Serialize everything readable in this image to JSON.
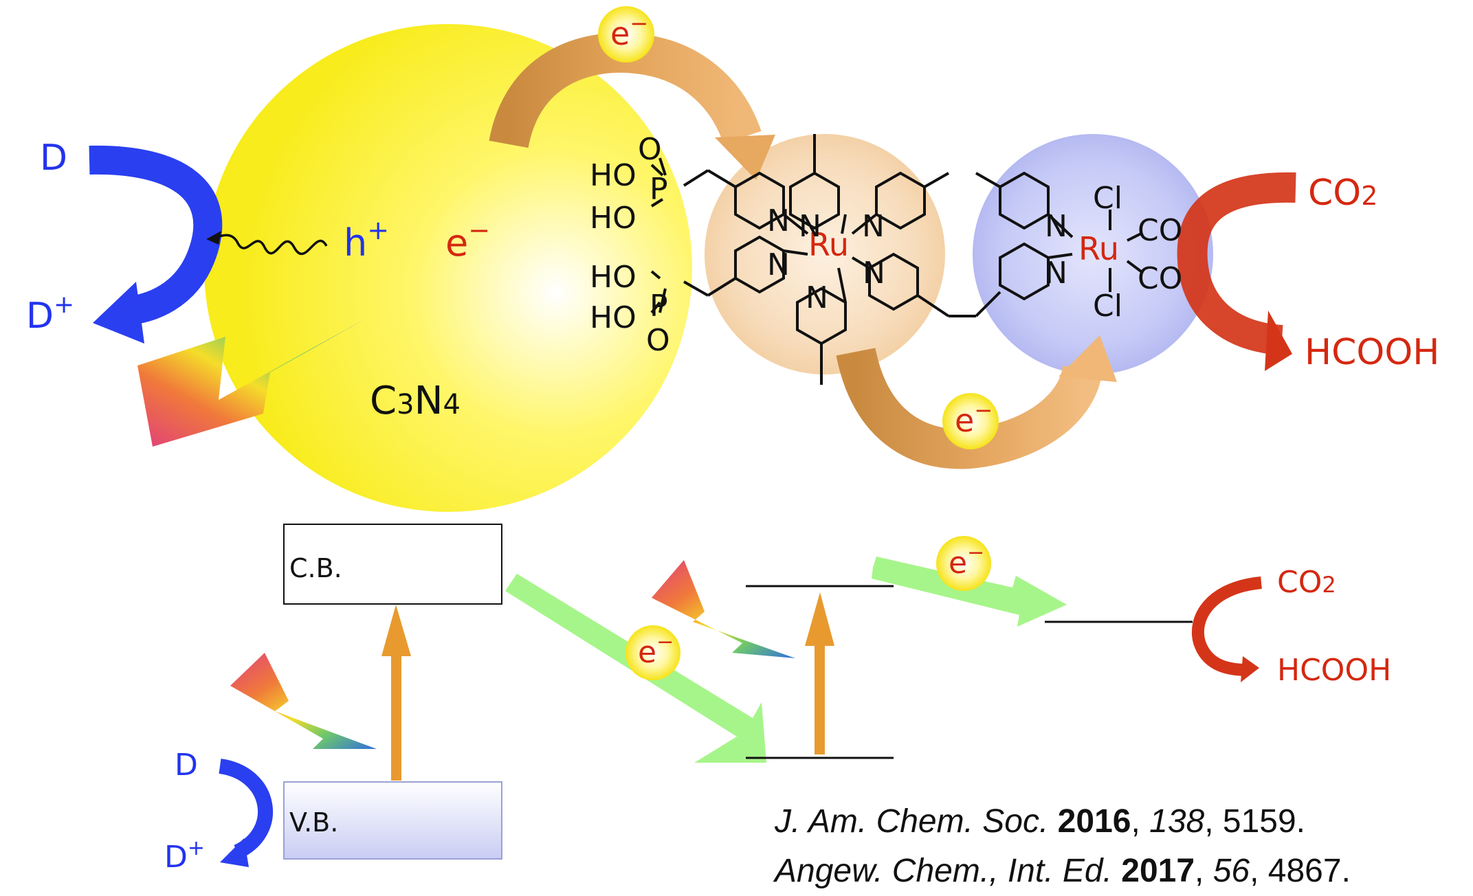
{
  "colors": {
    "blue": "#2233ee",
    "red": "#d42810",
    "orange_arrow": "#d99440",
    "green_arrow": "#a6f58a",
    "yellow_sphere": "#fff33a",
    "ru_sphere_orange": "#f4d1a9",
    "ru_sphere_blue": "#b9bdf3"
  },
  "top": {
    "donor": "D",
    "donor_oxidized": "D",
    "plus_sign": "+",
    "hole": "h",
    "electron": "e",
    "minus_sign": "−",
    "semiconductor": "C",
    "semiconductor_sub1": "3",
    "semiconductor_n": "N",
    "semiconductor_sub2": "4",
    "co2": "CO",
    "co2_sub": "2",
    "product": "HCOOH",
    "metal": "Ru",
    "nitrogen": "N",
    "ligand_ho": "HO",
    "ligand_p": "P",
    "ligand_o": "O",
    "chloride": "Cl",
    "carbonyl": "CO"
  },
  "bottom": {
    "cb_label": "C.B.",
    "vb_label": "V.B.",
    "electron": "e",
    "minus_sign": "−",
    "donor": "D",
    "donor_oxidized": "D",
    "plus_sign": "+",
    "co2": "CO",
    "co2_sub": "2",
    "product": "HCOOH"
  },
  "references": [
    {
      "journal": "J. Am. Chem. Soc.",
      "year": "2016",
      "volume": "138",
      "page": "5159."
    },
    {
      "journal": "Angew. Chem., Int. Ed.",
      "year": "2017",
      "volume": "56",
      "page": "4867."
    }
  ]
}
